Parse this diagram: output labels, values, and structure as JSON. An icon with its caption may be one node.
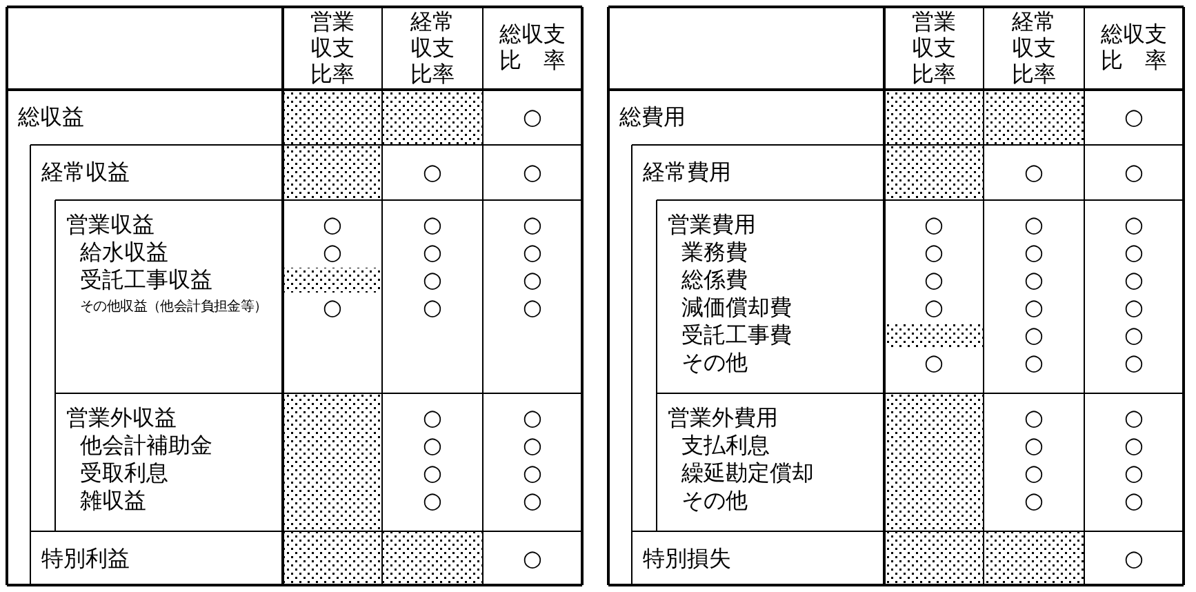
{
  "diagram": {
    "labels": [
      "営業収支比率",
      "経常収支比率",
      "総収支比　率",
      "総収益",
      "○",
      "経常収益",
      "○",
      "○",
      "営業収益",
      "○",
      "○",
      "○",
      "給水収益",
      "○",
      "○",
      "○",
      "受託工事収益",
      "○",
      "○",
      "その他収益（他会計負担金等）",
      "○",
      "○",
      "○",
      "営業外収益",
      "○",
      "○",
      "他会計補助金",
      "○",
      "○",
      "受取利息",
      "○",
      "○",
      "雑収益",
      "○",
      "○",
      "特別利益",
      "○",
      "営業収支比率",
      "経常収支比率",
      "総収支比　率",
      "総費用",
      "○",
      "経常費用",
      "○",
      "○",
      "営業費用",
      "○",
      "○",
      "○",
      "業務費",
      "○",
      "○",
      "○",
      "総係費",
      "○",
      "○",
      "○",
      "減価償却費",
      "○",
      "○",
      "○",
      "受託工事費",
      "○",
      "○",
      "その他",
      "○",
      "○",
      "○",
      "営業外費用",
      "○",
      "○",
      "支払利息",
      "○",
      "○",
      "繰延勘定償却",
      "○",
      "○",
      "その他",
      "○",
      "○",
      "特別損失",
      "○"
    ]
  }
}
